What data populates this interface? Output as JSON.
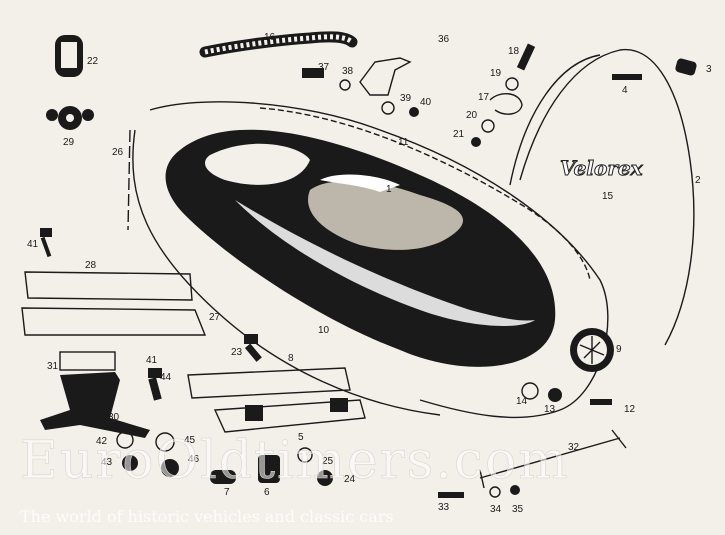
{
  "logo_text": "Velorex",
  "watermark": {
    "site": "EuroOldtimers.com",
    "tagline": "The world of historic vehicles and classic cars"
  },
  "part_labels": [
    "1",
    "2",
    "3",
    "4",
    "5",
    "6",
    "7",
    "8",
    "9",
    "10",
    "11",
    "12",
    "13",
    "14",
    "15",
    "16",
    "17",
    "18",
    "19",
    "20",
    "21",
    "22",
    "23",
    "24",
    "25",
    "26",
    "27",
    "28",
    "29",
    "30",
    "31",
    "32",
    "33",
    "34",
    "35",
    "36",
    "37",
    "38",
    "39",
    "40",
    "41",
    "41",
    "42",
    "43",
    "44",
    "45",
    "46"
  ],
  "colors": {
    "ink": "#1a1a1a",
    "paper": "#f3f0ea"
  }
}
